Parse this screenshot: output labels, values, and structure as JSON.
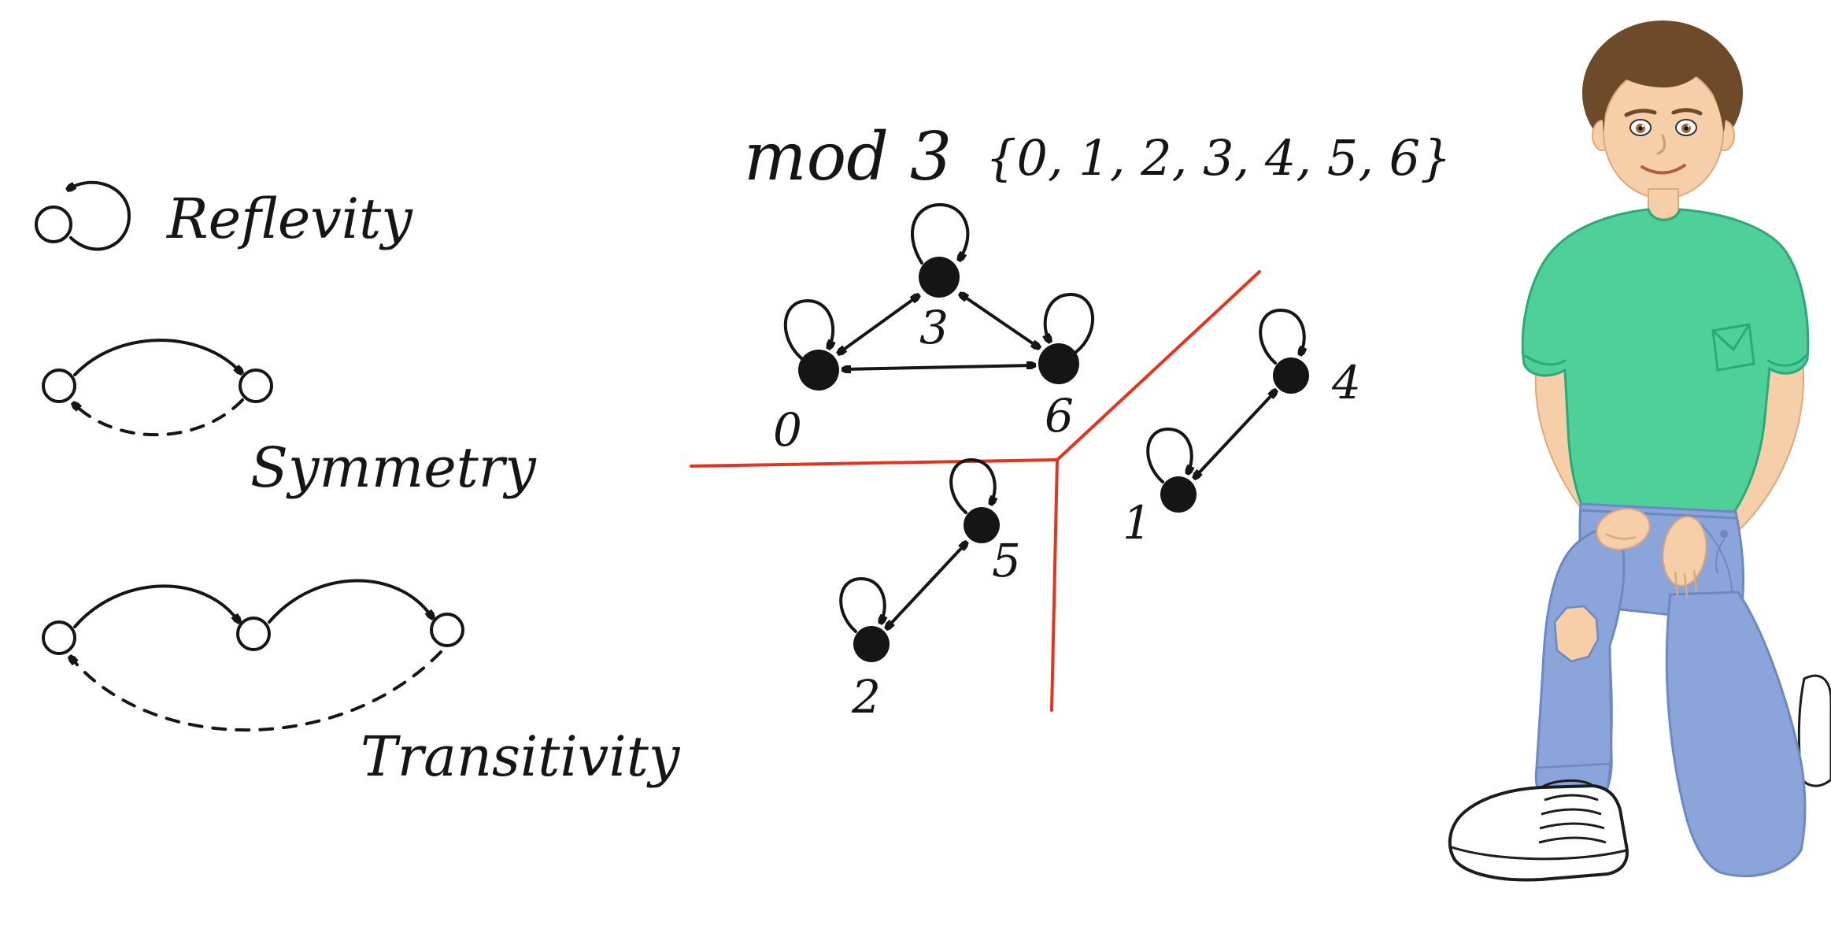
{
  "relations": {
    "reflexivity_label": "Reflevity",
    "symmetry_label": "Symmetry",
    "transitivity_label": "Transitivity"
  },
  "mod": {
    "title": "mod 3",
    "set": "{0, 1, 2, 3, 4, 5, 6}",
    "classes": [
      {
        "members": [
          "0",
          "3",
          "6"
        ]
      },
      {
        "members": [
          "1",
          "4"
        ]
      },
      {
        "members": [
          "2",
          "5"
        ]
      }
    ]
  },
  "colors": {
    "ink": "#151515",
    "divider_red": "#e8321e",
    "shirt_green": "#4ed098",
    "jeans_blue": "#8ba4d9",
    "hair_brown": "#6d4a29",
    "skin": "#f6cfa8"
  }
}
